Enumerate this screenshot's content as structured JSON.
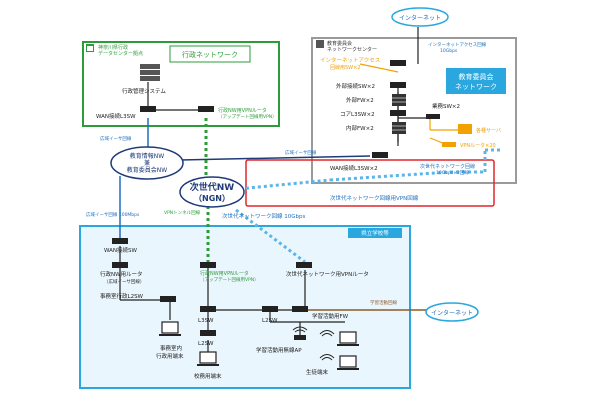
{
  "colors": {
    "green": "#2e9b3a",
    "blue": "#1e6fbf",
    "lightblue": "#5bb5ea",
    "cyan": "#2aa7df",
    "navy": "#1f3a78",
    "red": "#e1262d",
    "orange": "#f2a200",
    "gray": "#6b6b6b",
    "dark": "#222222"
  },
  "top": {
    "internet_label": "インターネット"
  },
  "kanagawa": {
    "badge_line1": "神奈川県行政",
    "badge_line2": "データセンター拠点",
    "title": "行政ネットワーク",
    "admin_system_label": "行政管理システム",
    "wan_l3sw_label": "WAN接続L3SW",
    "vpn_router_line1": "行政NW用VPNルータ",
    "vpn_router_line2": "（アップデート回線用VPN）"
  },
  "board": {
    "badge_line1": "教育委員会",
    "badge_line2": "ネットワークセンター",
    "internet_access_line1": "インターネットアクセス回線",
    "internet_access_line2": "10Gbps",
    "internet_access_sw_line1": "インターネットアクセス",
    "internet_access_sw_line2": "回線用SW×2",
    "title_line1": "教育委員会",
    "title_line2": "ネットワーク",
    "external_sw": "外部接続SW×2",
    "external_fw": "外部FW×2",
    "core_l3sw": "コアL3SW×2",
    "internal_fw": "内部FW×2",
    "business_sw": "業務SW×2",
    "various_servers": "各種サーバ",
    "vpn_router": "VPNルータ×20",
    "wan_l3sw": "WAN接続L3SW×2",
    "ngn_line_label": "次世代ネットワーク回線",
    "ngn_line_speed": "10Gbps×2回線",
    "ngn_vpn_label": "次世代ネットワーク回線用VPN回線"
  },
  "middle": {
    "wide_ethernet_left": "広域イーサ回線",
    "wide_ethernet_right": "広域イーサ回線",
    "edu_nw_line1": "教育情報NW",
    "edu_nw_line2": "兼",
    "edu_nw_line3": "教育委員会NW",
    "ngn_line1": "次世代NW",
    "ngn_line2": "（NGN）",
    "vpn_line_label": "VPNトンネル回線",
    "ngn_line_10g": "次世代ネットワーク回線 10Gbps",
    "wide_ethernet_100m": "広域イーサ回線 100Mbps"
  },
  "school": {
    "badge": "県立学校等",
    "wan_sw": "WAN接続SW",
    "admin_vpn_router_line1": "行政NW用ルータ",
    "admin_vpn_router_line2": "（広域イーサ回線）",
    "center_vpn_line1": "行政NW用VPNルータ",
    "center_vpn_line2": "（アップデート回線用VPN）",
    "ngn_vpn_router": "次世代ネットワーク用VPNルータ",
    "office_l2sw": "事務室行政L2SW",
    "l3sw": "L3SW",
    "l2sw_a": "L2SW",
    "l2sw_b": "L2SW",
    "learning_fw": "学習活動用FW",
    "learning_line_label": "学習活動回線",
    "internet_label": "インターネット",
    "office_pc_line1": "事務室内",
    "office_pc_line2": "行政用端末",
    "teacher_pc": "校務用端末",
    "learning_ap": "学習活動用無線AP",
    "student_pc": "生徒端末"
  }
}
